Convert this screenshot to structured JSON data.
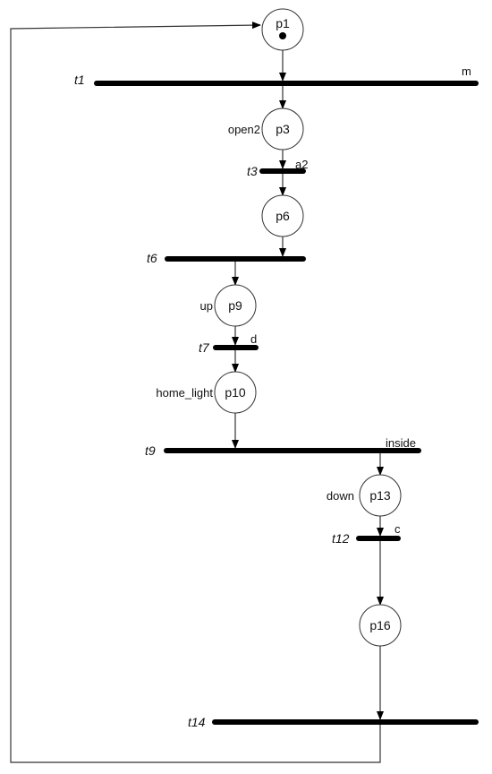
{
  "places": [
    {
      "id": "p1",
      "label": "p1",
      "marked": true
    },
    {
      "id": "p3",
      "label": "p3",
      "side_label": "open2"
    },
    {
      "id": "p6",
      "label": "p6"
    },
    {
      "id": "p9",
      "label": "p9",
      "side_label": "up"
    },
    {
      "id": "p10",
      "label": "p10",
      "side_label": "home_light"
    },
    {
      "id": "p13",
      "label": "p13",
      "side_label": "down"
    },
    {
      "id": "p16",
      "label": "p16"
    }
  ],
  "transitions": [
    {
      "id": "t1",
      "label": "t1",
      "guard": "m"
    },
    {
      "id": "t3",
      "label": "t3",
      "guard": "a2"
    },
    {
      "id": "t6",
      "label": "t6"
    },
    {
      "id": "t7",
      "label": "t7",
      "guard": "d"
    },
    {
      "id": "t9",
      "label": "t9",
      "guard": "inside"
    },
    {
      "id": "t12",
      "label": "t12",
      "guard": "c"
    },
    {
      "id": "t14",
      "label": "t14"
    }
  ],
  "arcs": [
    {
      "from": "p1",
      "to": "t1"
    },
    {
      "from": "t1",
      "to": "p3"
    },
    {
      "from": "p3",
      "to": "t3"
    },
    {
      "from": "t3",
      "to": "p6"
    },
    {
      "from": "p6",
      "to": "t6"
    },
    {
      "from": "t6",
      "to": "p9"
    },
    {
      "from": "p9",
      "to": "t7"
    },
    {
      "from": "t7",
      "to": "p10"
    },
    {
      "from": "p10",
      "to": "t9"
    },
    {
      "from": "t9",
      "to": "p13"
    },
    {
      "from": "p13",
      "to": "t12"
    },
    {
      "from": "t12",
      "to": "p16"
    },
    {
      "from": "p16",
      "to": "t14"
    },
    {
      "from": "t14",
      "to": "p1"
    }
  ]
}
